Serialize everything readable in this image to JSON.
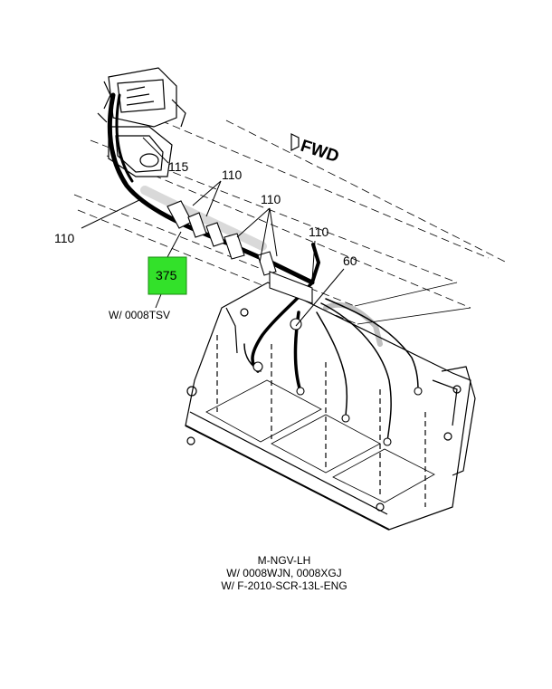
{
  "direction": {
    "label": "FWD",
    "icon": "forward-arrow-icon"
  },
  "callouts": {
    "c115": "115",
    "c110_a": "110",
    "c110_b": "110",
    "c110_c": "110",
    "c110_d": "110",
    "c60": "60",
    "c375": "375"
  },
  "highlight": {
    "color": "#33e12a"
  },
  "note_375": "W/ 0008TSV",
  "caption": {
    "line1": "M-NGV-LH",
    "line2": "W/ 0008WJN, 0008XGJ",
    "line3": "W/ F-2010-SCR-13L-ENG"
  }
}
